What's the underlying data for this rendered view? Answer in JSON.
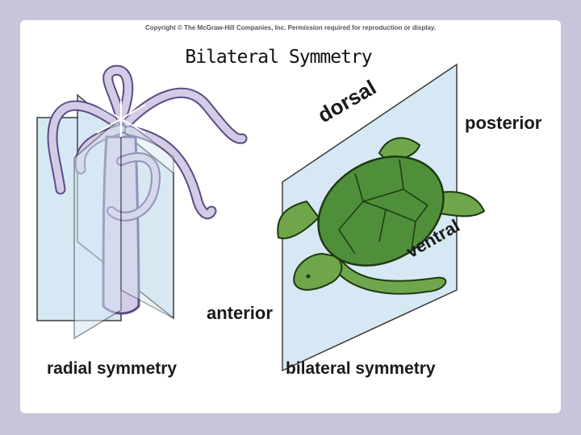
{
  "copyright": "Copyright © The McGraw-Hill Companies, Inc. Permission required for reproduction or display.",
  "title": "Bilateral Symmetry",
  "labels": {
    "dorsal": "dorsal",
    "posterior": "posterior",
    "ventral": "ventral",
    "anterior": "anterior",
    "radial_symmetry": "radial symmetry",
    "bilateral_symmetry": "bilateral symmetry"
  },
  "colors": {
    "background": "#c9c4d9",
    "plane": "#d6e8f3",
    "hydra": "#d4cce6",
    "hydra_outline": "#5b4b86",
    "turtle_shell": "#4f8f3a",
    "turtle_skin": "#6fa64b"
  }
}
